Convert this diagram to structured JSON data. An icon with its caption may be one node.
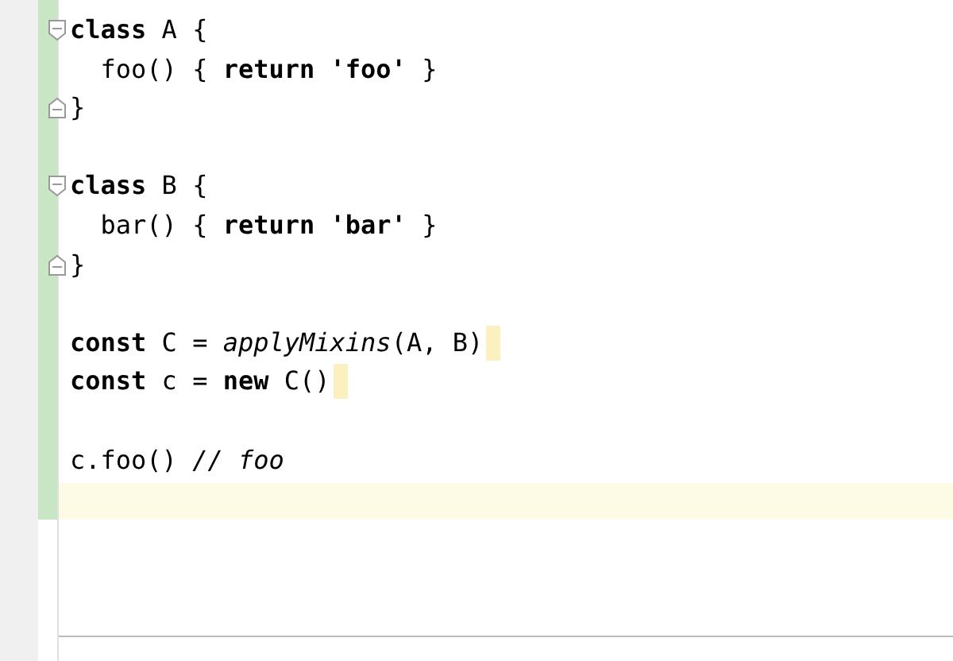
{
  "diagram": {
    "labels": [
      "**class** A {",
      "  foo() { **return** **'foo'** }",
      "}",
      "**class** B {",
      "  bar() { **return** **'bar'** }",
      "}",
      "**const** C = *applyMixins*(A, B)",
      "**const** c = **new** C()",
      "c.foo() *// foo*"
    ]
  }
}
